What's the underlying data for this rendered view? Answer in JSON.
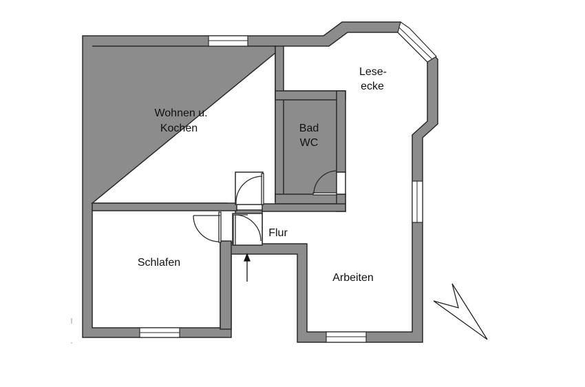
{
  "rooms": {
    "wohnen_line1": "Wohnen u.",
    "wohnen_line2": "Kochen",
    "bad_line1": "Bad",
    "bad_line2": "WC",
    "leseecke_line1": "Lese-",
    "leseecke_line2": "ecke",
    "flur": "Flur",
    "schlafen": "Schlafen",
    "arbeiten": "Arbeiten"
  },
  "colors": {
    "wall": "#8c8c8c",
    "outline": "#2a2a2a",
    "floor": "#ffffff"
  },
  "symbols": [
    "entrance-arrow",
    "north-arrow"
  ]
}
